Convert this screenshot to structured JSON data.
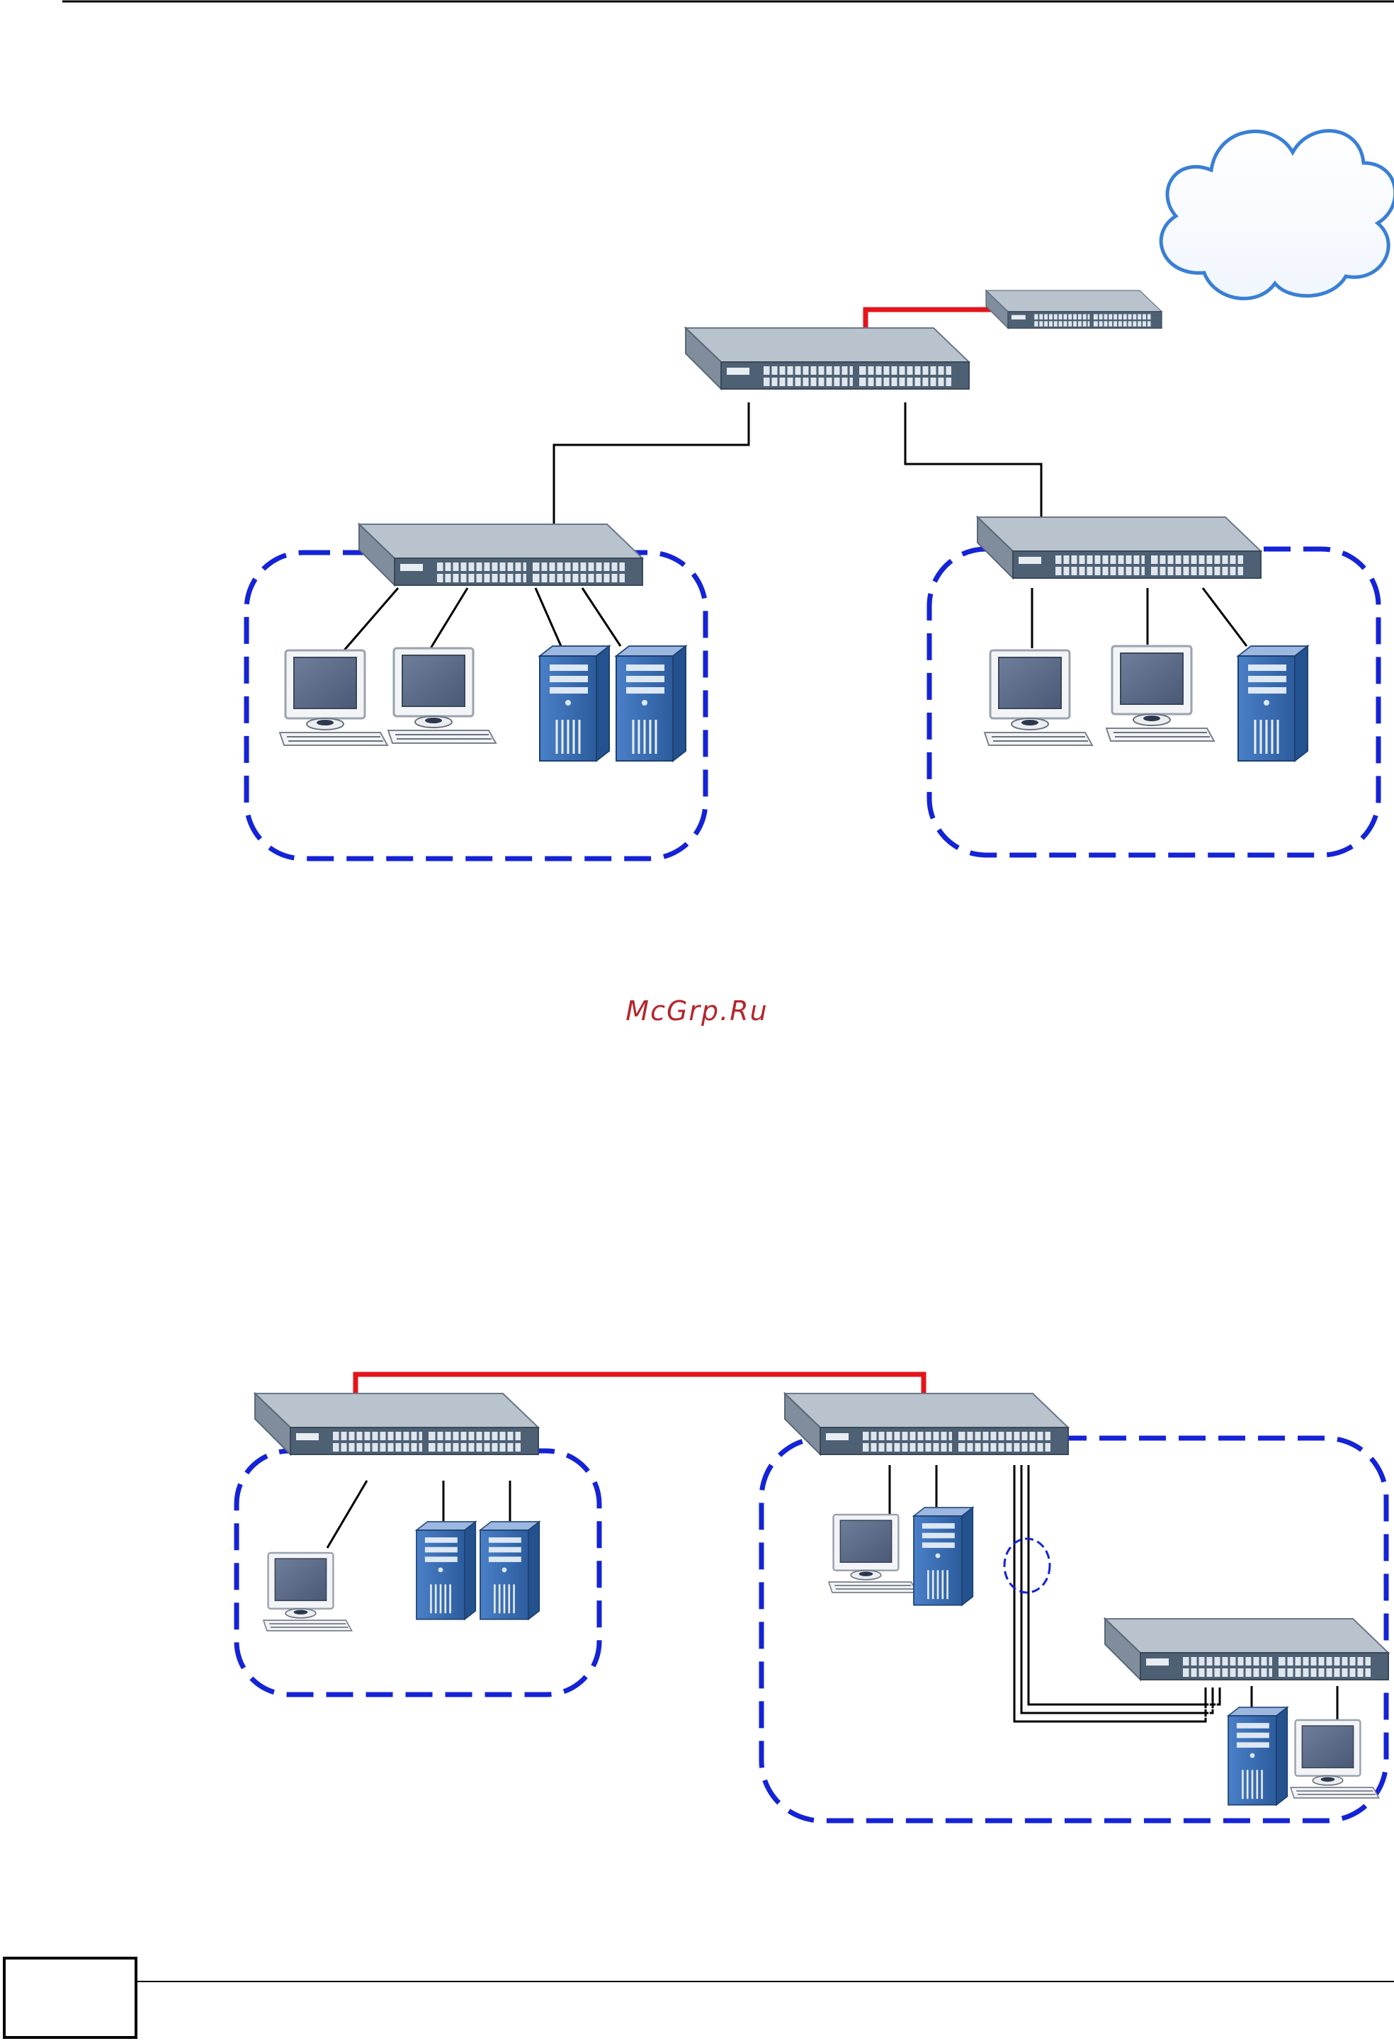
{
  "watermark": {
    "text": "McGrp.Ru",
    "color": "#b5262d"
  },
  "footer": {
    "page_number": ""
  },
  "colors": {
    "uplink_line": "#e5141b",
    "lan_line": "#000000",
    "group_border": "#1423d6",
    "switch_body": "#a8b3bf",
    "switch_front": "#4e6074",
    "monitor_screen": "#5b6b86",
    "tower": "#3a6fb5",
    "cloud_edge": "#3a7fd5"
  },
  "diagram_top": {
    "nodes": [
      {
        "id": "internet-cloud",
        "type": "cloud"
      },
      {
        "id": "gateway-switch",
        "type": "switch"
      },
      {
        "id": "core-switch",
        "type": "switch"
      },
      {
        "id": "left-access-switch",
        "type": "switch"
      },
      {
        "id": "right-access-switch",
        "type": "switch"
      },
      {
        "id": "left-pc-1",
        "type": "pc"
      },
      {
        "id": "left-pc-2",
        "type": "pc"
      },
      {
        "id": "left-server-1",
        "type": "server"
      },
      {
        "id": "left-server-2",
        "type": "server"
      },
      {
        "id": "right-pc-1",
        "type": "pc"
      },
      {
        "id": "right-pc-2",
        "type": "pc"
      },
      {
        "id": "right-server-1",
        "type": "server"
      }
    ],
    "groups": [
      "left-group",
      "right-group"
    ]
  },
  "diagram_bottom": {
    "nodes": [
      {
        "id": "switch-a",
        "type": "switch"
      },
      {
        "id": "switch-b",
        "type": "switch"
      },
      {
        "id": "switch-c",
        "type": "switch"
      },
      {
        "id": "a-pc",
        "type": "pc"
      },
      {
        "id": "a-server-1",
        "type": "server"
      },
      {
        "id": "a-server-2",
        "type": "server"
      },
      {
        "id": "b-pc",
        "type": "pc"
      },
      {
        "id": "b-server",
        "type": "server"
      },
      {
        "id": "c-server",
        "type": "server"
      },
      {
        "id": "c-pc",
        "type": "pc"
      }
    ],
    "groups": [
      "group-a",
      "group-b"
    ]
  }
}
